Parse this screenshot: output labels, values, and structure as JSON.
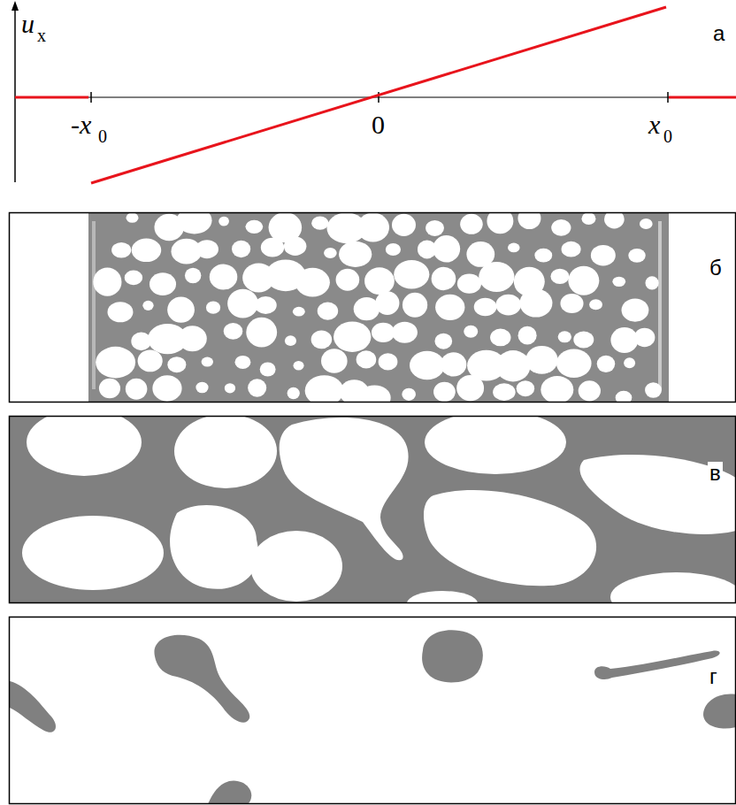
{
  "diagram": {
    "labels": [
      "u",
      "x",
      "а",
      "-x",
      "0",
      "0",
      "x",
      "0",
      "б",
      "в",
      "г"
    ]
  }
}
